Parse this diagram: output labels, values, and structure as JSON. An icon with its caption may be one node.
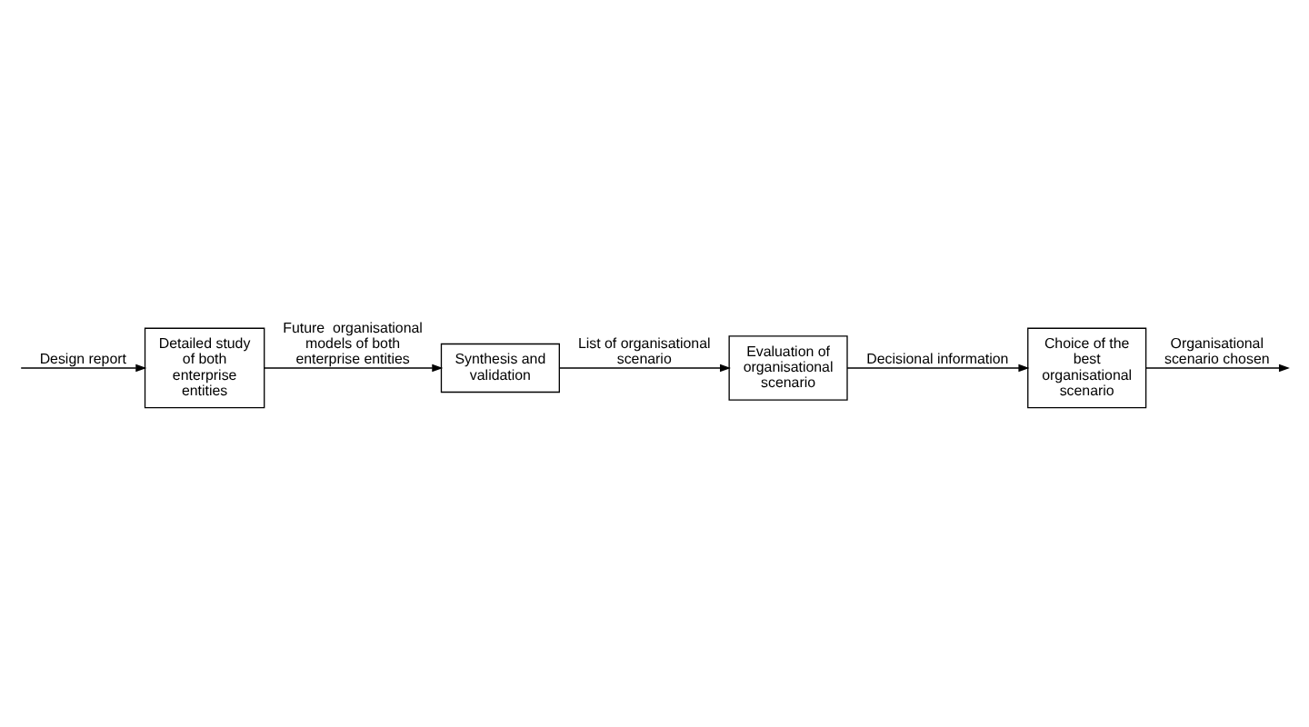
{
  "diagram": {
    "nodes": [
      {
        "text": [
          "Detailed study of both enterprise entities"
        ]
      },
      {
        "text": [
          "Synthesis and validation"
        ]
      },
      {
        "text": [
          "Evaluation of organisational scenario"
        ]
      },
      {
        "text": [
          "Choice of the best organisational scenario"
        ]
      }
    ],
    "edges": [
      {
        "from": null,
        "to": 0,
        "arrow": "to",
        "label": "Design report"
      },
      {
        "from": 0,
        "to": 1,
        "arrow": "to",
        "label": "Future  organisational models of both enterprise entities"
      },
      {
        "from": 1,
        "to": 2,
        "arrow": "to",
        "label": "List of organisational scenario"
      },
      {
        "from": 2,
        "to": 3,
        "arrow": "to",
        "label": "Decisional information"
      },
      {
        "from": 3,
        "to": null,
        "arrow": "to",
        "label": "Organisational scenario chosen"
      }
    ]
  }
}
